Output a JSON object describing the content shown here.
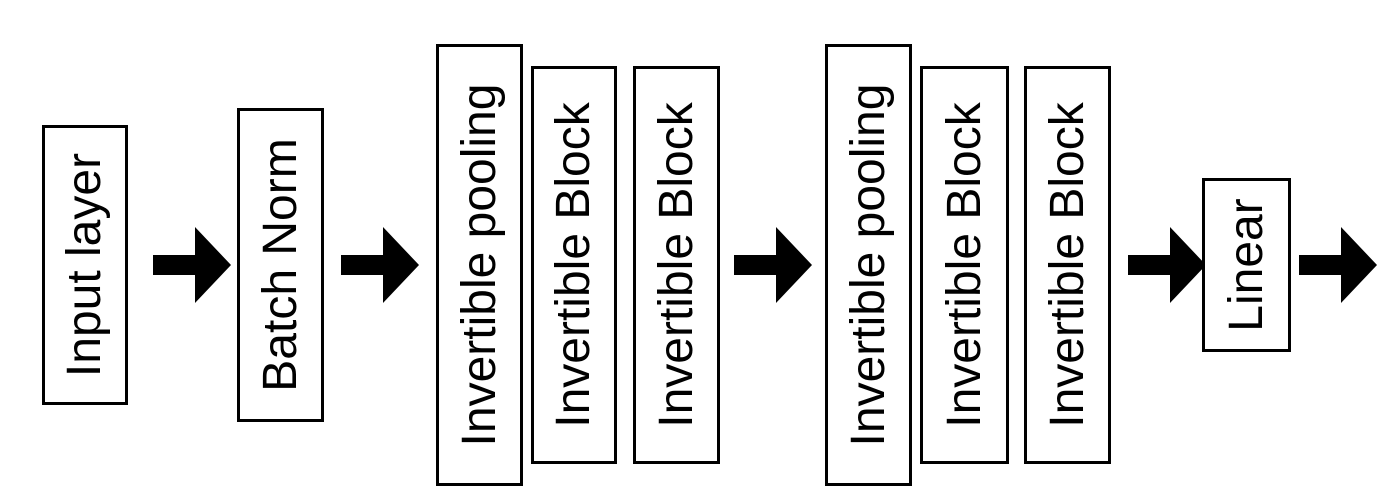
{
  "nodes": {
    "input_layer": "Input layer",
    "batch_norm": "Batch Norm",
    "pool_1": "Invertible pooling",
    "block_1a": "Invertible Block",
    "block_1b": "Invertible Block",
    "pool_2": "Invertible pooling",
    "block_2a": "Invertible Block",
    "block_2b": "Invertible Block",
    "linear": "Linear"
  },
  "colors": {
    "stroke": "#000000",
    "background": "#ffffff"
  },
  "icons": {
    "arrow": "arrow-right-icon"
  }
}
